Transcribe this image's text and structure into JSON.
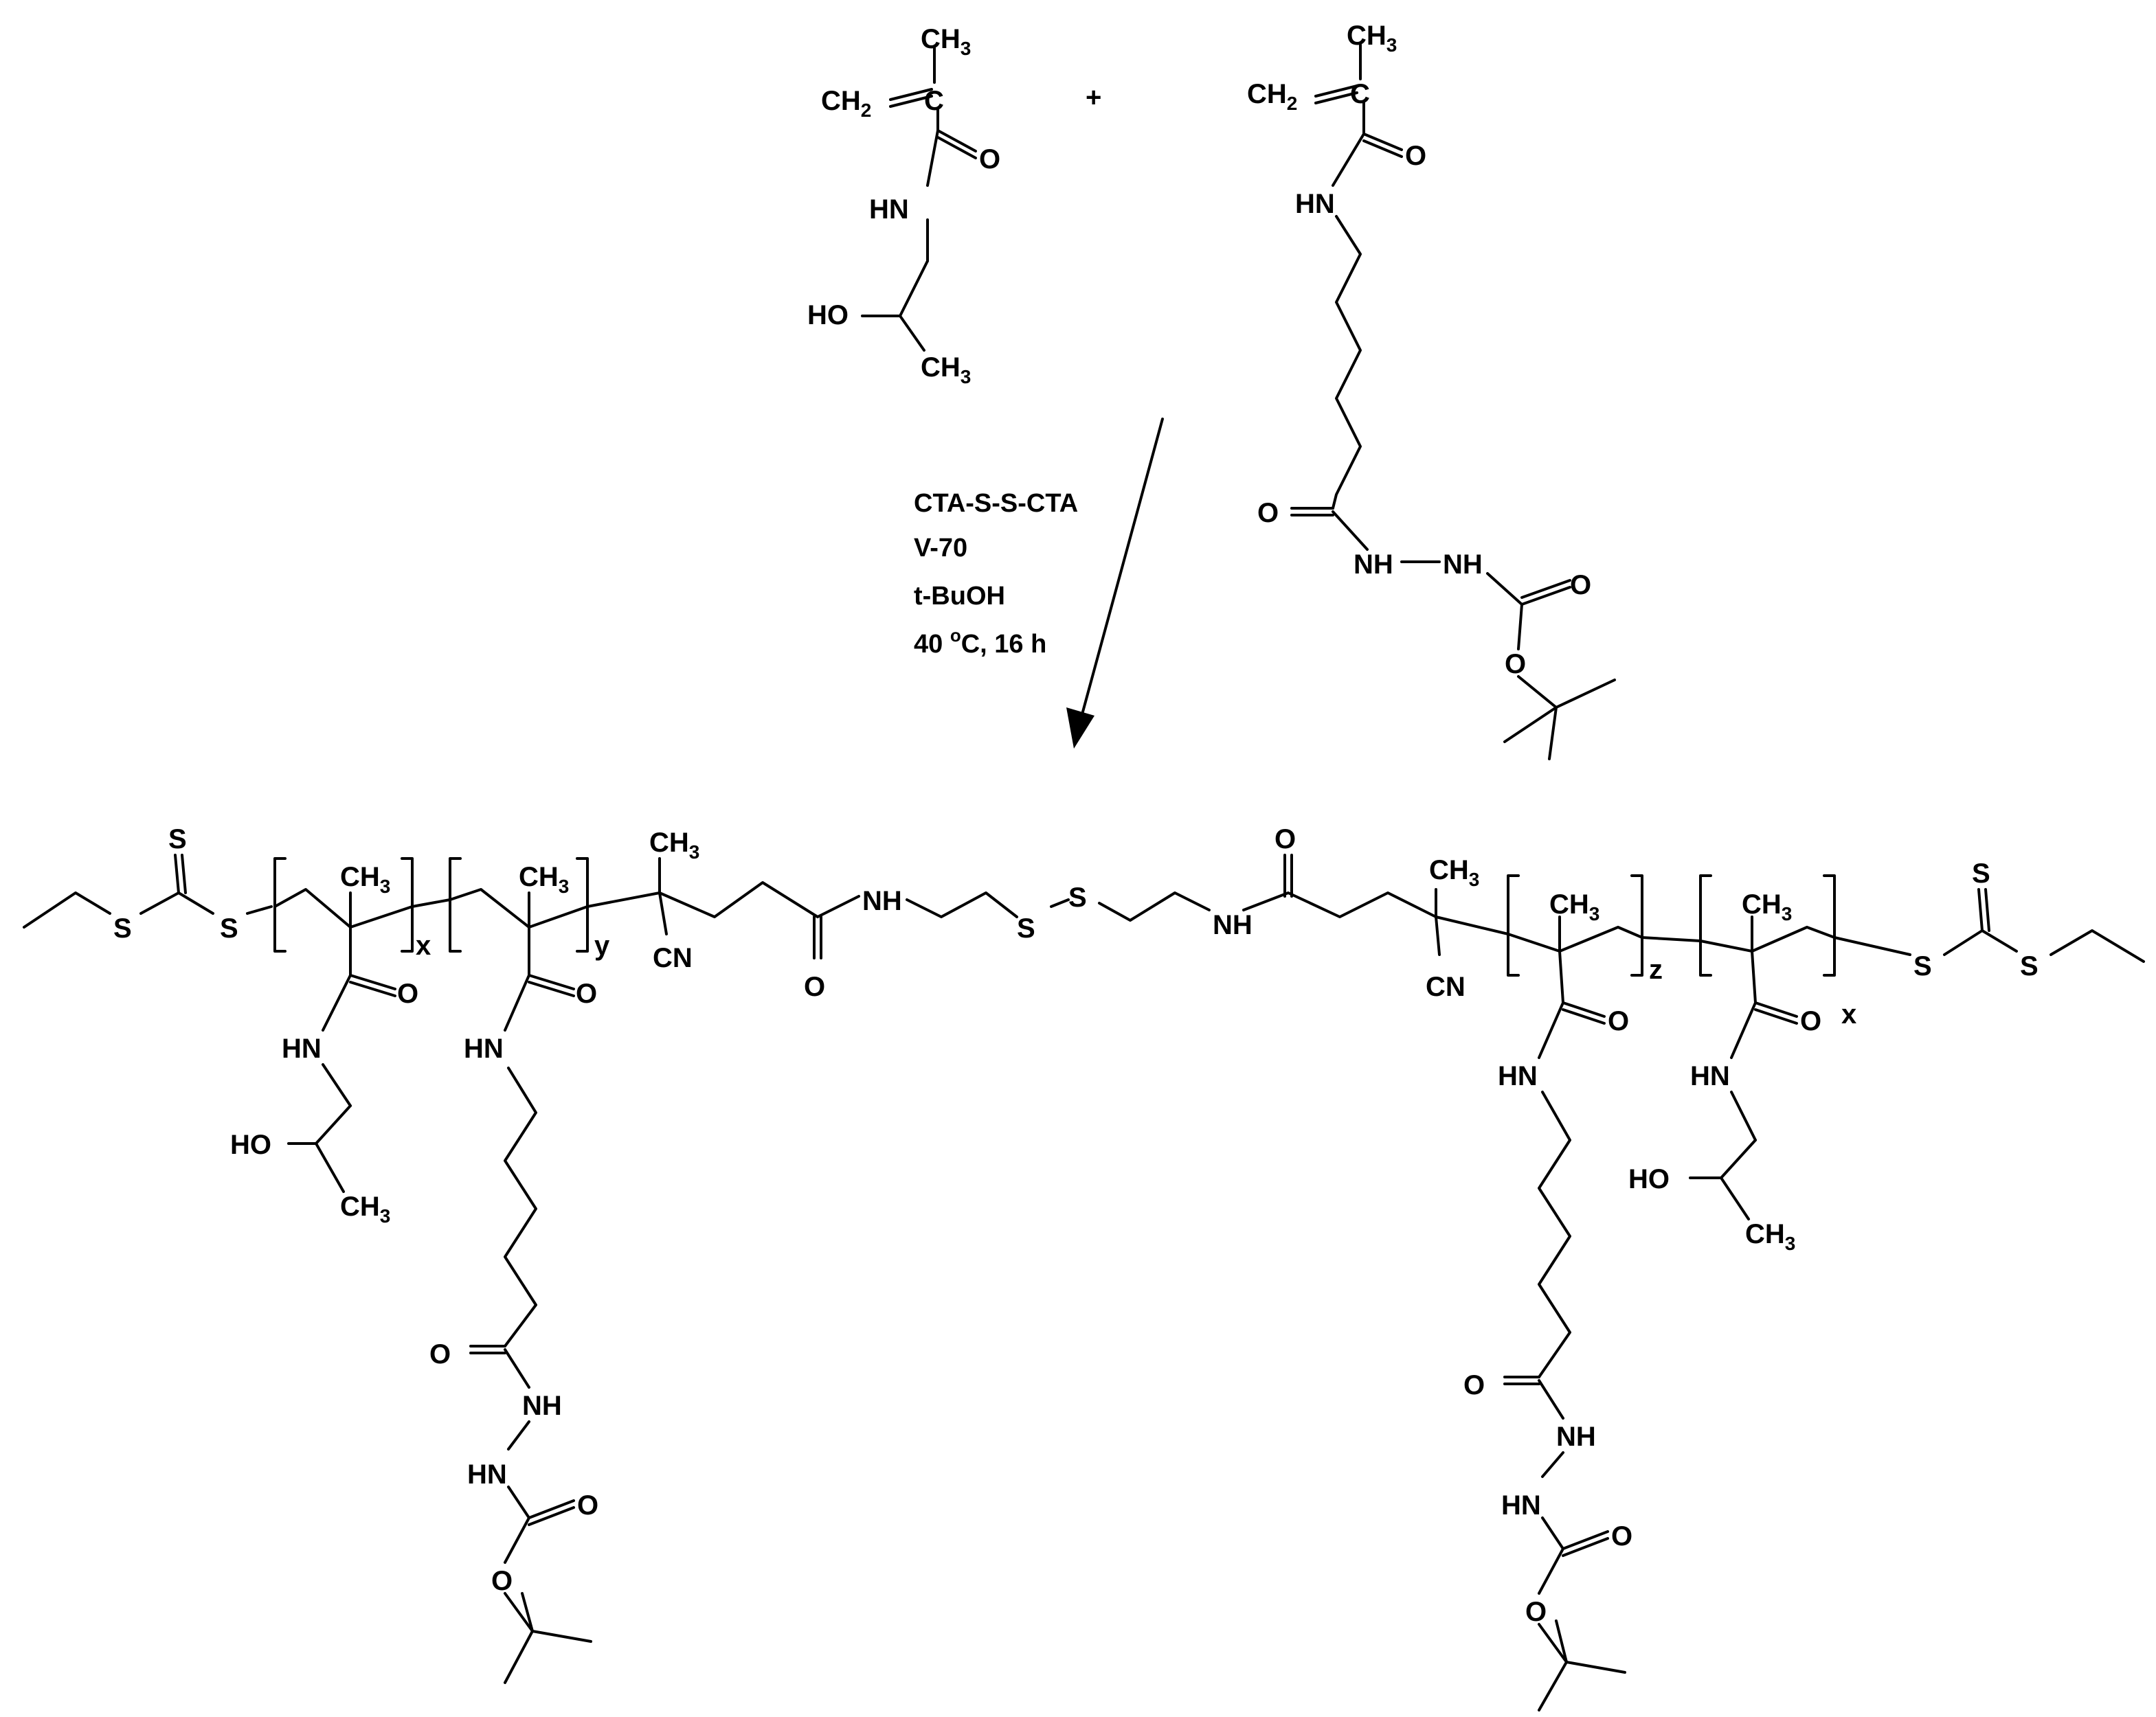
{
  "reaction": {
    "plus_sign": "+",
    "conditions": [
      "CTA-S-S-CTA",
      "V-70",
      "t-BuOH",
      "40 °C, 16 h"
    ]
  },
  "labels": {
    "CH3": "CH3",
    "CH2": "CH2",
    "C": "C",
    "O": "O",
    "HN": "HN",
    "NH": "NH",
    "HO": "HO",
    "S": "S",
    "CN": "CN",
    "x": "x",
    "y": "y",
    "z": "z"
  }
}
